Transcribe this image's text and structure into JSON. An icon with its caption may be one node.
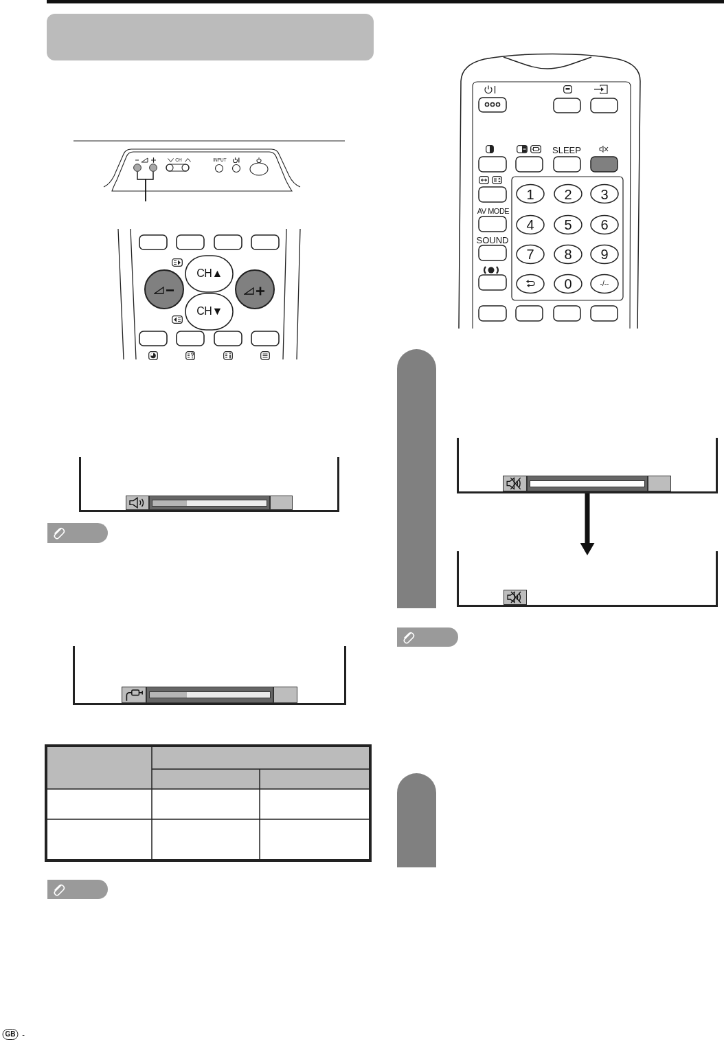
{
  "diagram": {
    "nodes": [
      {
        "text": [],
        "shape": "box"
      },
      {
        "text": [],
        "shape": "circle"
      },
      {
        "text": [],
        "shape": "circle"
      },
      {
        "text": [],
        "shape": "bar"
      },
      {
        "text": [],
        "shape": "box"
      },
      {
        "text": [],
        "shape": "box"
      },
      {
        "text": [],
        "shape": "bar"
      }
    ],
    "edges": [
      {
        "from": null,
        "to": 1,
        "arrow": "none"
      },
      {
        "from": null,
        "to": 2,
        "arrow": "none"
      },
      {
        "from": 4,
        "to": 5,
        "arrow": "to",
        "style": "thick"
      }
    ],
    "labels": [
      "CH",
      "INPUT",
      "CH▲",
      "CH▼",
      "SLEEP",
      "1",
      "2",
      "3",
      "AV MODE",
      "4",
      "5",
      "6",
      "SOUND",
      "7",
      "8",
      "9",
      "0",
      "-/--",
      "GB",
      "-"
    ]
  }
}
